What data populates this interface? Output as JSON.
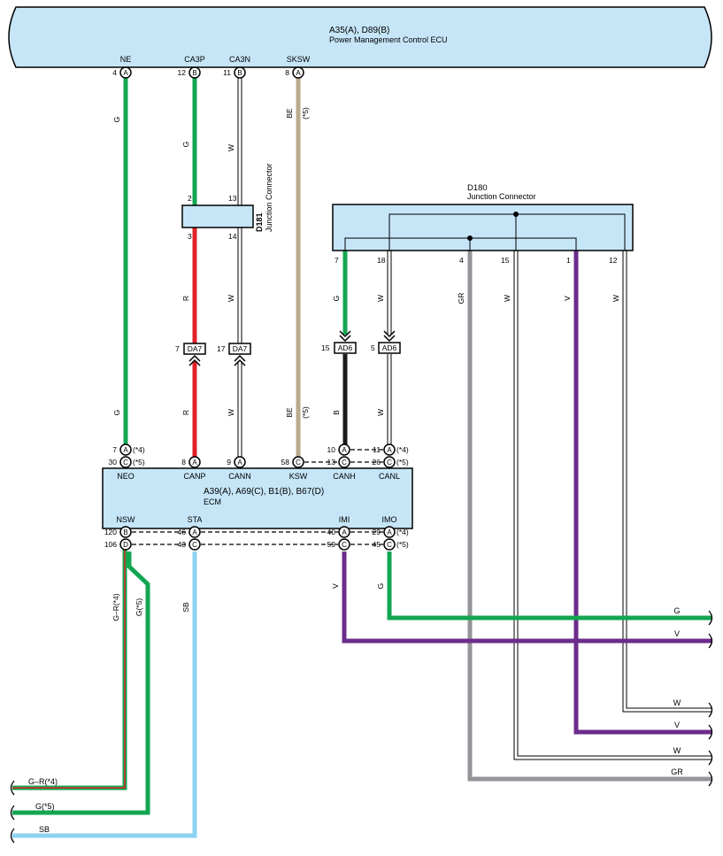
{
  "ecu_top": {
    "title": "A35(A), D89(B)",
    "subtitle": "Power Management Control ECU"
  },
  "ecm": {
    "title": "A39(A), A69(C), B1(B), B67(D)",
    "subtitle": "ECM"
  },
  "d181": {
    "id": "D181",
    "name": "Junction Connector"
  },
  "d180": {
    "id": "D180",
    "name": "Junction Connector"
  },
  "top_pins": [
    {
      "signal": "NE",
      "num": "4",
      "conn": "A"
    },
    {
      "signal": "CA3P",
      "num": "12",
      "conn": "B"
    },
    {
      "signal": "CA3N",
      "num": "11",
      "conn": "B"
    },
    {
      "signal": "SKSW",
      "num": "8",
      "conn": "A"
    }
  ],
  "d181_pins": [
    "2",
    "13",
    "3",
    "14"
  ],
  "d180_pins": [
    "7",
    "18",
    "4",
    "15",
    "1",
    "12"
  ],
  "inline_connectors": [
    {
      "num": "7",
      "label": "DA7"
    },
    {
      "num": "17",
      "label": "DA7"
    },
    {
      "num": "15",
      "label": "AD6"
    },
    {
      "num": "5",
      "label": "AD6"
    }
  ],
  "wire_colors": {
    "ne_upper": "G",
    "ne_lower": "G",
    "ca3p_upper": "G",
    "ca3p_lower": "R",
    "canp_lower": "R",
    "ca3n_upper": "W",
    "cann_mid": "W",
    "cann_lower": "W",
    "sksw_upper": "BE",
    "sksw_upper_note": "(*5)",
    "ksw_lower": "BE",
    "ksw_lower_note": "(*5)",
    "d180_7": "G",
    "d180_18": "W",
    "d180_4": "GR",
    "d180_15": "W",
    "d180_1": "V",
    "d180_12": "W",
    "canh": "B",
    "canl": "W",
    "nsw_a": "G–R(*4)",
    "nsw_b": "G(*5)",
    "sta": "SB",
    "imi": "V",
    "imo": "G"
  },
  "ecm_top_pins": [
    {
      "row": 1,
      "num": "7",
      "conn": "A",
      "note": "(*4)"
    },
    {
      "row": 2,
      "num": "30",
      "conn": "C",
      "note": "(*5)"
    },
    {
      "row": 2,
      "num": "8",
      "conn": "A"
    },
    {
      "row": 2,
      "num": "9",
      "conn": "A"
    },
    {
      "row": 2,
      "num": "58",
      "conn": "C"
    },
    {
      "row": 1,
      "num": "10",
      "conn": "A"
    },
    {
      "row": 2,
      "num": "13",
      "conn": "C"
    },
    {
      "row": 1,
      "num": "11",
      "conn": "A",
      "note": "(*4)"
    },
    {
      "row": 2,
      "num": "26",
      "conn": "C",
      "note": "(*5)"
    }
  ],
  "ecm_top_signals": [
    "NEO",
    "CANP",
    "CANN",
    "KSW",
    "CANH",
    "CANL"
  ],
  "ecm_bottom_signals": [
    "NSW",
    "STA",
    "IMI",
    "IMO"
  ],
  "ecm_bottom_pins": [
    {
      "row": 1,
      "num": "120",
      "conn": "B"
    },
    {
      "row": 2,
      "num": "106",
      "conn": "D"
    },
    {
      "row": 1,
      "num": "46",
      "conn": "A"
    },
    {
      "row": 2,
      "num": "43",
      "conn": "C"
    },
    {
      "row": 1,
      "num": "40",
      "conn": "A"
    },
    {
      "row": 2,
      "num": "59",
      "conn": "C"
    },
    {
      "row": 1,
      "num": "29",
      "conn": "A",
      "note": "(*4)"
    },
    {
      "row": 2,
      "num": "45",
      "conn": "C",
      "note": "(*5)"
    }
  ],
  "right_exits": [
    "G",
    "V",
    "W",
    "V",
    "W",
    "GR"
  ],
  "left_exits": [
    "G–R(*4)",
    "G(*5)",
    "SB"
  ],
  "colors": {
    "ecu_fill": "#c6e6f8",
    "green": "#13a651",
    "red": "#e02227",
    "white_wire": "#ffffff",
    "beige": "#bba98f",
    "black_wire": "#1a1a1a",
    "gray": "#939598",
    "violet": "#6c2c8c",
    "sky": "#8dd2f3"
  }
}
